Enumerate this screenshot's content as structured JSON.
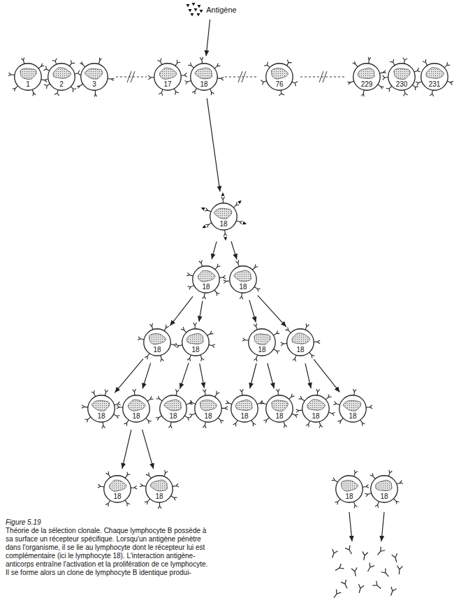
{
  "diagram": {
    "caption": "Théorie de la sélection clonale. Chaque lymphocyte B possède à sa surface un récepteur spécifique. Lorsqu'un antigène pénètre dans l'organisme, il se lie au lymphocyte dont le récepteur lui est complémentaire (ici le lymphocyte 18). L'interaction antigène-anticorps entraîne l'activation et la prolifération de ce lymphocyte. Il se forme alors un clone de lymphocyte B identique produi-",
    "nodes": [
      {
        "text": [
          "Antigène"
        ]
      },
      {
        "text": [
          "1"
        ]
      },
      {
        "text": [
          "2"
        ]
      },
      {
        "text": [
          "3"
        ]
      },
      {
        "text": [
          "17"
        ]
      },
      {
        "text": [
          "18"
        ]
      },
      {
        "text": [
          "76"
        ]
      },
      {
        "text": [
          "229"
        ]
      },
      {
        "text": [
          "230"
        ]
      },
      {
        "text": [
          "231"
        ]
      },
      {
        "text": [
          "18"
        ]
      },
      {
        "text": [
          "18"
        ]
      },
      {
        "text": [
          "18"
        ]
      },
      {
        "text": [
          "18"
        ]
      },
      {
        "text": [
          "18"
        ]
      },
      {
        "text": [
          "18"
        ]
      },
      {
        "text": [
          "18"
        ]
      },
      {
        "text": [
          "18"
        ]
      },
      {
        "text": [
          "18"
        ]
      },
      {
        "text": [
          "18"
        ]
      },
      {
        "text": [
          "18"
        ]
      },
      {
        "text": [
          "18"
        ]
      },
      {
        "text": [
          "18"
        ]
      },
      {
        "text": [
          "18"
        ]
      },
      {
        "text": [
          "18"
        ]
      },
      {
        "text": [
          "18"
        ]
      },
      {
        "text": [
          "18"
        ]
      },
      {
        "text": [
          "18"
        ]
      },
      {
        "text": [
          "18"
        ]
      }
    ],
    "edges": [
      {
        "from": 0,
        "to": 5,
        "arrow": "to"
      },
      {
        "from": 5,
        "to": 10,
        "arrow": "to"
      },
      {
        "from": 10,
        "to": 11,
        "arrow": "to"
      },
      {
        "from": 10,
        "to": 12,
        "arrow": "to"
      },
      {
        "from": 11,
        "to": 13,
        "arrow": "to"
      },
      {
        "from": 11,
        "to": 14,
        "arrow": "to"
      },
      {
        "from": 12,
        "to": 15,
        "arrow": "to"
      },
      {
        "from": 12,
        "to": 16,
        "arrow": "to"
      },
      {
        "from": 13,
        "to": 17,
        "arrow": "to"
      },
      {
        "from": 13,
        "to": 18,
        "arrow": "to"
      },
      {
        "from": 14,
        "to": 19,
        "arrow": "to"
      },
      {
        "from": 14,
        "to": 20,
        "arrow": "to"
      },
      {
        "from": 15,
        "to": 21,
        "arrow": "to"
      },
      {
        "from": 15,
        "to": 22,
        "arrow": "to"
      },
      {
        "from": 16,
        "to": 23,
        "arrow": "to"
      },
      {
        "from": 16,
        "to": 24,
        "arrow": "to"
      },
      {
        "from": 18,
        "to": 25,
        "arrow": "to"
      },
      {
        "from": 18,
        "to": 26,
        "arrow": "to"
      }
    ],
    "labels": [
      "Figure 5.19"
    ]
  }
}
